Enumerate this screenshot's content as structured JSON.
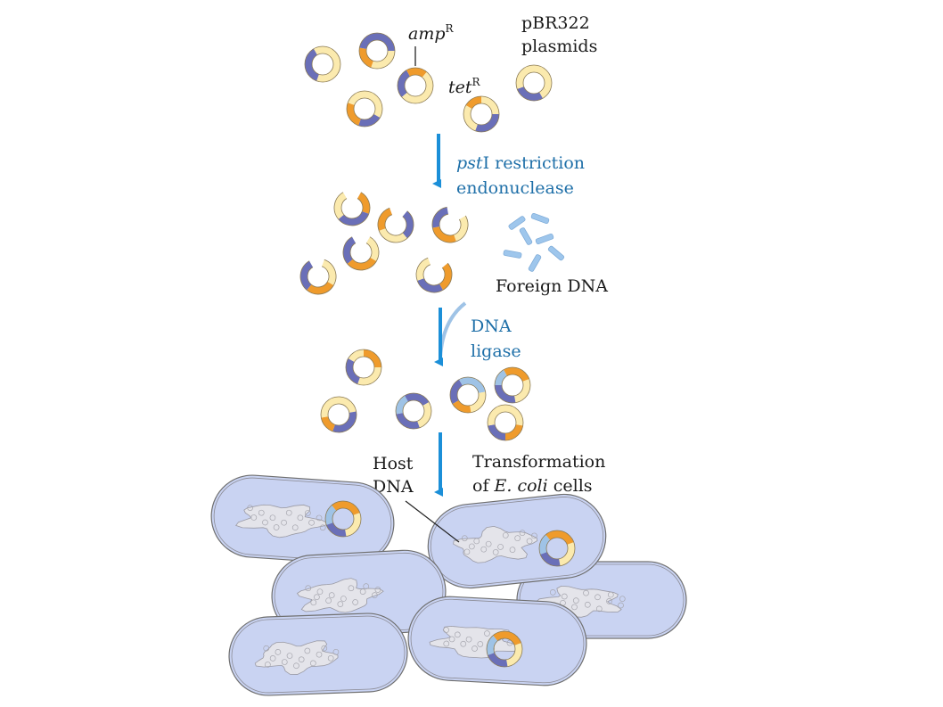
{
  "colors": {
    "yellow": "#fbeaae",
    "orange": "#ef9b2c",
    "purple": "#6a6fb8",
    "lightblue": "#9fc3e6",
    "arrow": "#1b8fd8",
    "label_blue": "#1e6fa8",
    "cell_fill": "#c9d3f2",
    "cell_stroke": "#707070",
    "fragment": "#9ec6ec"
  },
  "labels": {
    "amp": "amp",
    "amp_sup": "R",
    "tet": "tet",
    "tet_sup": "R",
    "plasmids_line1": "pBR322",
    "plasmids_line2": "plasmids",
    "enzyme_italic": "pst",
    "enzyme_rest": "I restriction",
    "enzyme_line2": "endonuclease",
    "foreign_dna": "Foreign DNA",
    "ligase_line1": "DNA",
    "ligase_line2": "ligase",
    "host_line1": "Host",
    "host_line2": "DNA",
    "transform_line1": "Transformation",
    "transform_of": "of ",
    "transform_ecoli": "E. coli",
    "transform_cells": " cells"
  },
  "icons": {
    "plasmid": "plasmid-ring-icon",
    "cut_plasmid": "cut-plasmid-icon",
    "fragment": "dna-fragment-icon",
    "recombinant": "recombinant-plasmid-icon",
    "cell": "ecoli-cell-icon",
    "arrow": "down-arrow-icon"
  }
}
